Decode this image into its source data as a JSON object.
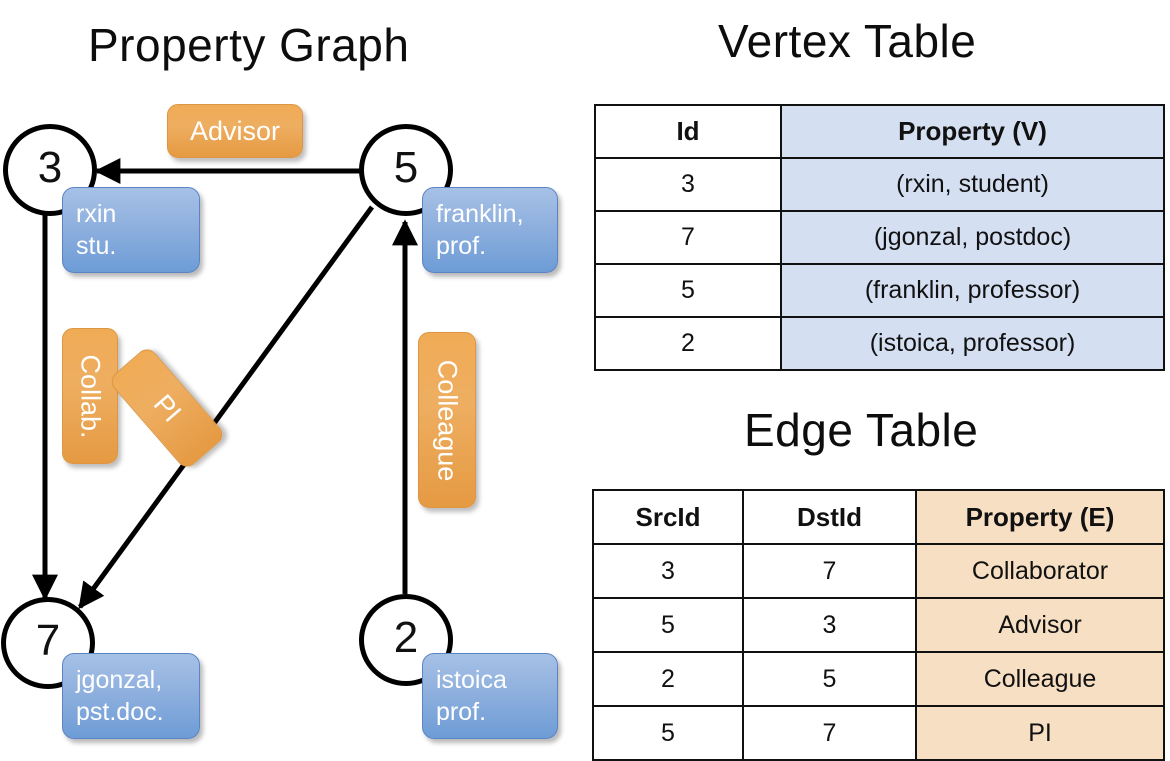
{
  "titles": {
    "property_graph": "Property Graph",
    "vertex_table": "Vertex Table",
    "edge_table": "Edge Table"
  },
  "colors": {
    "vertex_property_fill": "#d5dff2",
    "edge_property_fill": "#f7dfc4",
    "node_chip_blue": "#8fb0de",
    "edge_chip_orange": "#eeae61",
    "stroke": "#000000"
  },
  "graph": {
    "nodes": [
      {
        "id": "3",
        "property_line1": "rxin",
        "property_line2": "stu."
      },
      {
        "id": "5",
        "property_line1": "franklin,",
        "property_line2": "prof."
      },
      {
        "id": "7",
        "property_line1": "jgonzal,",
        "property_line2": "pst.doc."
      },
      {
        "id": "2",
        "property_line1": "istoica",
        "property_line2": "prof."
      }
    ],
    "edge_labels": [
      {
        "name": "advisor",
        "text": "Advisor"
      },
      {
        "name": "collab",
        "text": "Collab."
      },
      {
        "name": "pi",
        "text": "PI"
      },
      {
        "name": "colleague",
        "text": "Colleague"
      }
    ],
    "edges": [
      {
        "from": "5",
        "to": "3",
        "label": "Advisor"
      },
      {
        "from": "3",
        "to": "7",
        "label": "Collab."
      },
      {
        "from": "5",
        "to": "7",
        "label": "PI"
      },
      {
        "from": "2",
        "to": "5",
        "label": "Colleague"
      }
    ]
  },
  "vertex_table": {
    "headers": [
      "Id",
      "Property (V)"
    ],
    "rows": [
      {
        "id": "3",
        "property": "(rxin, student)"
      },
      {
        "id": "7",
        "property": "(jgonzal, postdoc)"
      },
      {
        "id": "5",
        "property": "(franklin, professor)"
      },
      {
        "id": "2",
        "property": "(istoica, professor)"
      }
    ]
  },
  "edge_table": {
    "headers": [
      "SrcId",
      "DstId",
      "Property (E)"
    ],
    "rows": [
      {
        "src": "3",
        "dst": "7",
        "property": "Collaborator"
      },
      {
        "src": "5",
        "dst": "3",
        "property": "Advisor"
      },
      {
        "src": "2",
        "dst": "5",
        "property": "Colleague"
      },
      {
        "src": "5",
        "dst": "7",
        "property": "PI"
      }
    ]
  }
}
